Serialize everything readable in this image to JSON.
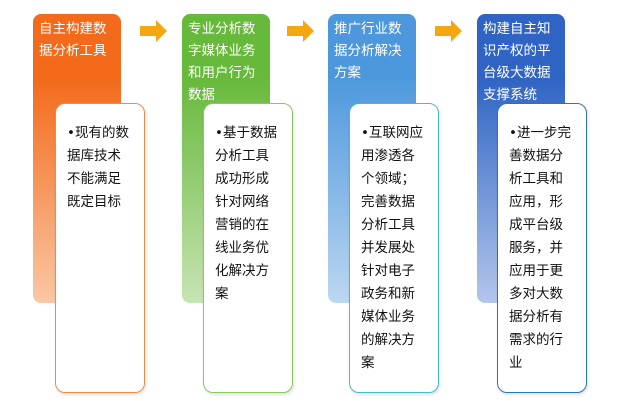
{
  "stages": [
    {
      "title": "自主构建数\n据分析工具",
      "detail": "•现有的数\n据库技术\n不能满足\n既定目标",
      "top": "#f26a1a",
      "bottom": "#fbc7a4",
      "border": "#f08a4c"
    },
    {
      "title": "专业分析数\n字媒体业务\n和用户行为\n数据",
      "detail": "•基于数据\n分析工具\n成功形成\n针对网络\n营销的在\n线业务优\n化解决方\n案",
      "top": "#67b93b",
      "bottom": "#c7e4b3",
      "border": "#8cc766"
    },
    {
      "title": "推广行业数\n据分析解决\n方案",
      "detail": "•互联网应\n用渗透各\n个领域；\n完善数据\n分析工具\n并发展处\n针对电子\n政务和新\n媒体业务\n的解决方\n案",
      "top": "#4d98dd",
      "bottom": "#bcd7f1",
      "border": "#4bb8c6"
    },
    {
      "title": "构建自主知\n识产权的平\n台级大数据\n支撑系统",
      "detail": "•进一步完\n善数据分\n析工具和\n应用，形\n成平台级\n服务，并\n应用于更\n多对大数\n据分析有\n需求的行\n业",
      "top": "#2f64c4",
      "bottom": "#b3c6ec",
      "border": "#2c74b8"
    }
  ],
  "arrow_color": "#f5a70f"
}
